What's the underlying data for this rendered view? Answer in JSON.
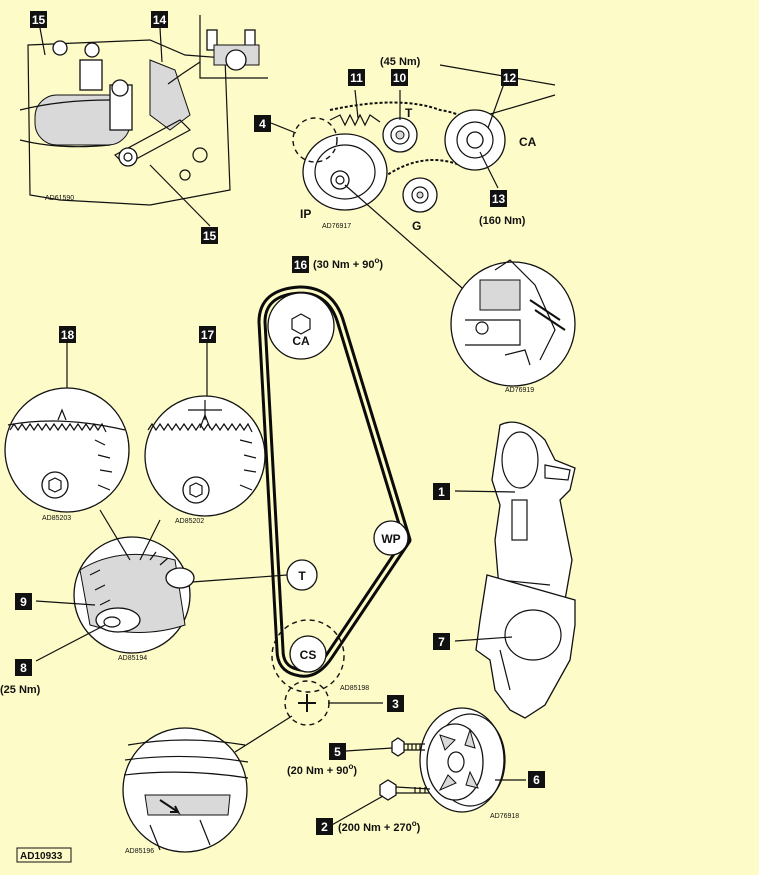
{
  "callouts": {
    "c1": "1",
    "c2": "2",
    "c3": "3",
    "c4": "4",
    "c5": "5",
    "c6": "6",
    "c7": "7",
    "c8": "8",
    "c9": "9",
    "c10": "10",
    "c11": "11",
    "c12": "12",
    "c13": "13",
    "c14": "14",
    "c15a": "15",
    "c15b": "15",
    "c16": "16",
    "c17": "17",
    "c18": "18"
  },
  "pulleys": {
    "ca_main": "CA",
    "t_main": "T",
    "wp": "WP",
    "cs": "CS",
    "ca_top": "CA",
    "t_top": "T",
    "ip": "IP",
    "g": "G"
  },
  "torques": {
    "t10_a": "(45 Nm)",
    "t13_a": "(160 Nm)",
    "t16_a": "(30 Nm + 90",
    "t16_b": "o",
    "t16_c": ")",
    "t8_a": "(25 Nm)",
    "t5_a": "(20 Nm + 90",
    "t5_b": "o",
    "t5_c": ")",
    "t2_a": "(200 Nm + 270",
    "t2_b": "o",
    "t2_c": ")"
  },
  "refs": {
    "r1": "AD61590",
    "r2": "AD76917",
    "r3": "AD76919",
    "r4": "AD85203",
    "r5": "AD85202",
    "r6": "AD85194",
    "r7": "AD85198",
    "r8": "AD76918",
    "r9": "AD85196",
    "r10": "AD10933"
  }
}
